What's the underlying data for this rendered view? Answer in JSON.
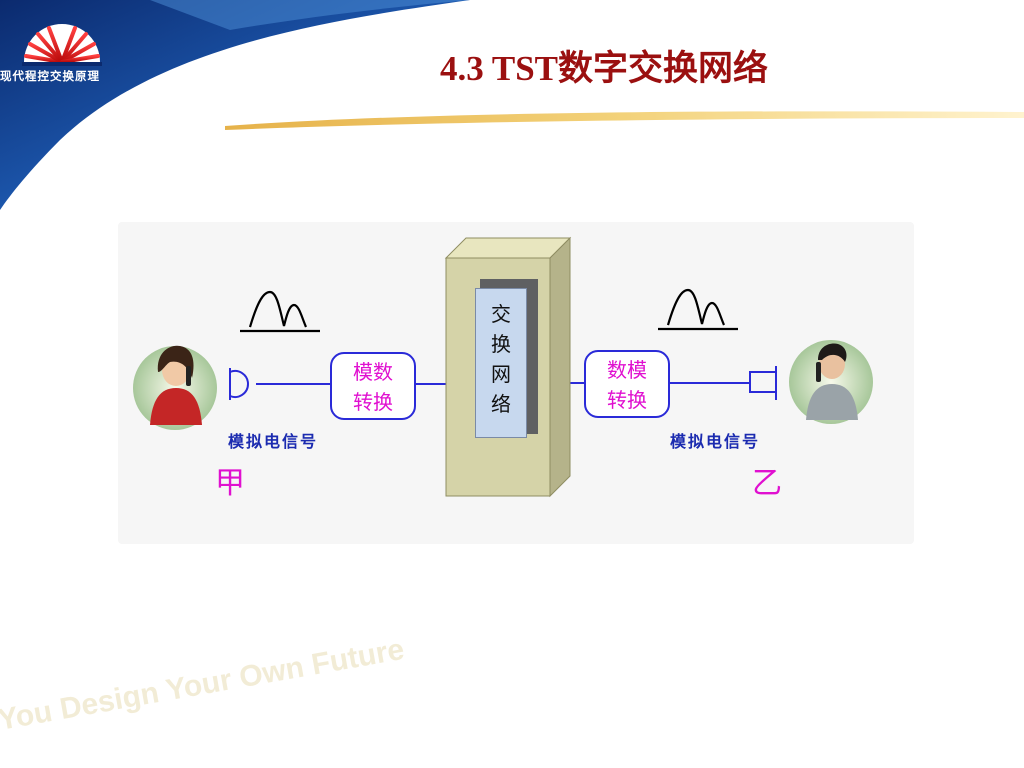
{
  "header": {
    "logo_text": "现代程控交换原理",
    "title": "4.3  TST数字交换网络"
  },
  "diagram": {
    "left_converter": [
      "模数",
      "转换"
    ],
    "right_converter": [
      "数模",
      "转换"
    ],
    "switch_network": [
      "交",
      "换",
      "网",
      "络"
    ],
    "left_signal_label": "模拟电信号",
    "right_signal_label": "模拟电信号",
    "party_a": "甲",
    "party_b": "乙"
  },
  "watermark": {
    "text": "You Design Your Own Future"
  },
  "colors": {
    "title": "#9b1010",
    "line_blue": "#2a2ad8",
    "magenta": "#e010d0",
    "header_blue": "#1f4fa0"
  }
}
